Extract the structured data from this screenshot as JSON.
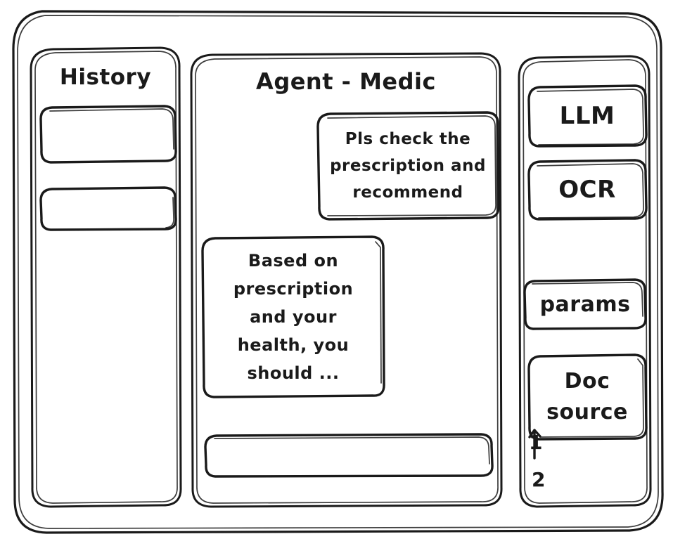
{
  "window": {
    "name": "agent-medic-wireframe"
  },
  "sidebar": {
    "title": "History",
    "items": [
      {
        "label": ""
      },
      {
        "label": ""
      }
    ]
  },
  "main": {
    "title": "Agent - Medic",
    "messages": [
      {
        "role": "user",
        "text": "Pls check the prescription and recommend"
      },
      {
        "role": "agent",
        "text": "Based on prescription and your health, you should ..."
      }
    ],
    "composer": {
      "value": "",
      "placeholder": ""
    }
  },
  "tools": {
    "buttons": [
      {
        "label": "LLM"
      },
      {
        "label": "OCR"
      },
      {
        "label": "params"
      },
      {
        "label": "Doc source"
      }
    ],
    "doc_source_markers": [
      "1",
      "2"
    ]
  },
  "style": {
    "ink": "#1a1a1a",
    "paper": "#ffffff"
  }
}
